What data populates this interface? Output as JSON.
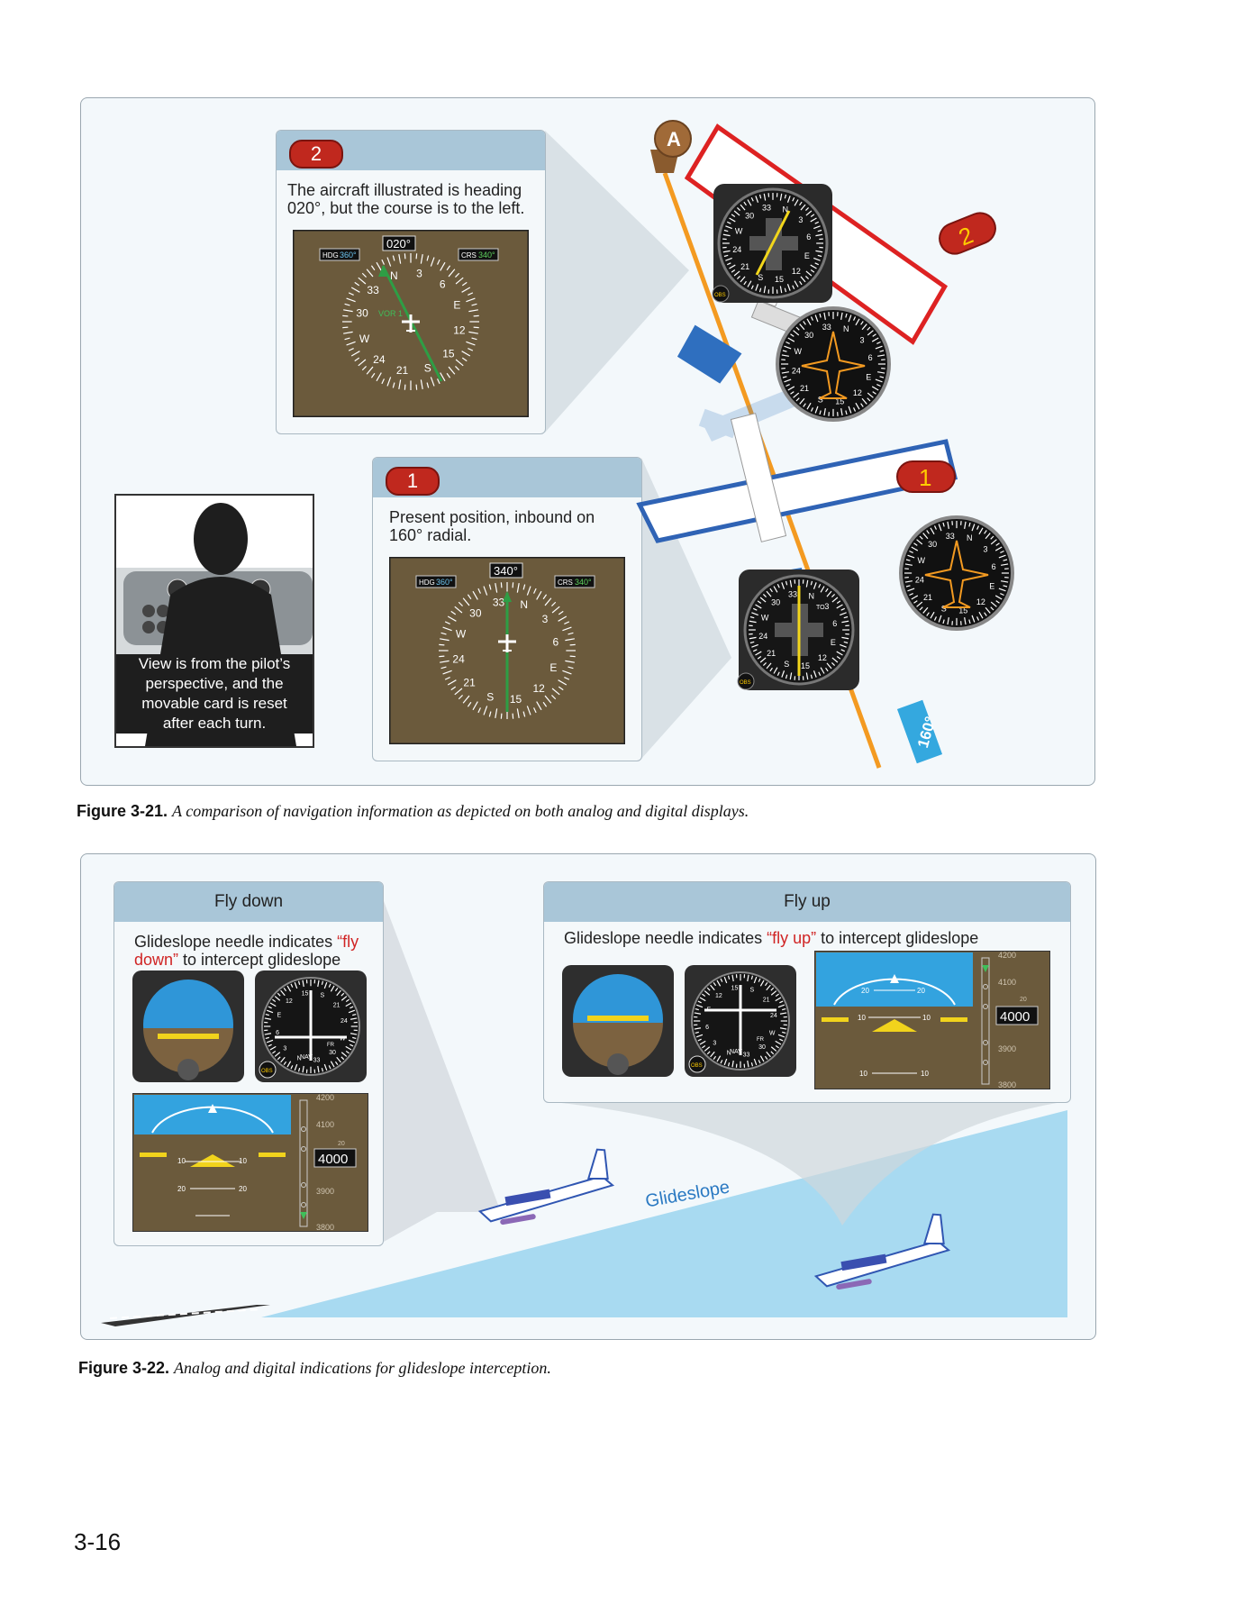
{
  "figure1": {
    "caption_number": "Figure 3-21.",
    "caption_text": "A comparison of navigation information as depicted on both analog and digital displays.",
    "panel2": {
      "badge": "2",
      "text_line1": "The aircraft illustrated is heading",
      "text_line2": "020°, but the course is to the left.",
      "heading_readout": "020°",
      "hdg_label": "HDG",
      "hdg_value": "360°",
      "crs_label": "CRS",
      "crs_value": "340°",
      "vor_label": "VOR 1"
    },
    "panel1": {
      "badge": "1",
      "text_line1": "Present position, inbound on",
      "text_line2": "160° radial.",
      "heading_readout": "340°",
      "hdg_label": "HDG",
      "hdg_value": "360°",
      "crs_label": "CRS",
      "crs_value": "340°"
    },
    "pilot_view": {
      "line1": "View is from the pilot’s",
      "line2": "perspective, and the",
      "line3": "movable card is reset",
      "line4": "after each turn."
    },
    "station_label": "A",
    "badge_upper": "2",
    "badge_lower": "1",
    "radial_tag": "160°",
    "obs_label": "OBS",
    "to_label": "TO",
    "compass_labels": [
      "N",
      "3",
      "6",
      "E",
      "12",
      "15",
      "S",
      "21",
      "24",
      "W",
      "30",
      "33"
    ]
  },
  "figure2": {
    "caption_number": "Figure 3-22.",
    "caption_text": "Analog and digital indications for glideslope interception.",
    "fly_down": {
      "title": "Fly down",
      "text_before": "Glideslope needle indicates ",
      "text_red1": "“fly",
      "text_red2": "down”",
      "text_after": " to intercept glideslope",
      "alt_ticks": [
        "4200",
        "4100",
        "4000",
        "3900",
        "3800"
      ],
      "alt_small": "20",
      "pitch_ticks": [
        "10",
        "20"
      ]
    },
    "fly_up": {
      "title": "Fly up",
      "text_before": "Glideslope needle indicates ",
      "text_red": "“fly up”",
      "text_after": " to intercept glideslope",
      "alt_ticks": [
        "4200",
        "4100",
        "4000",
        "3900",
        "3800"
      ],
      "alt_small": "20",
      "pitch_ticks": [
        "20",
        "10"
      ]
    },
    "glideslope_label": "Glideslope",
    "nav_label": "NAV",
    "fr_label": "FR",
    "obs_label": "OBS"
  },
  "page_number": "3-16",
  "colors": {
    "box_bg": "#f3f8fb",
    "panel_head": "#a9c6d8",
    "badge_red": "#c0281e",
    "hsi_bg": "#6b5a3c",
    "sky_blue": "#33a3df",
    "course_orange": "#f39a21",
    "glideslope_blue": "#8fd0ee"
  }
}
